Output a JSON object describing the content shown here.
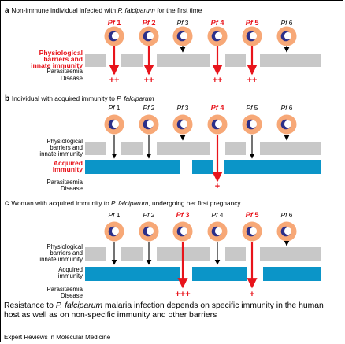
{
  "panels": [
    {
      "letter": "a",
      "title_pre": "Non-immune individual infected with ",
      "title_ital": "P. falciparum",
      "title_post": " for the first time",
      "strain_prefix": "Pf",
      "strains": [
        "1",
        "2",
        "3",
        "4",
        "5",
        "6"
      ],
      "strain_highlight": [
        true,
        true,
        false,
        true,
        true,
        false
      ],
      "row_labels": {
        "barrier": [
          "Physiological",
          "barriers and",
          "innate immunity"
        ],
        "barrier_highlight": true,
        "acquired": [],
        "acquired_highlight": false,
        "parasitaemia": "Parasitaemia",
        "disease": "Disease"
      },
      "disease_marks": [
        "++",
        "++",
        "",
        "++",
        "++",
        ""
      ]
    },
    {
      "letter": "b",
      "title_pre": "Individual with acquired immunity to ",
      "title_ital": "P. falciparum",
      "title_post": "",
      "strain_prefix": "Pf",
      "strains": [
        "1",
        "2",
        "3",
        "4",
        "5",
        "6"
      ],
      "strain_highlight": [
        false,
        false,
        false,
        true,
        false,
        false
      ],
      "row_labels": {
        "barrier": [
          "Physiological",
          "barriers and",
          "innate immunity"
        ],
        "barrier_highlight": false,
        "acquired": [
          "Acquired",
          "immunity"
        ],
        "acquired_highlight": true,
        "parasitaemia": "Parasitaemia",
        "disease": "Disease"
      },
      "disease_marks": [
        "",
        "",
        "",
        "+",
        "",
        ""
      ]
    },
    {
      "letter": "c",
      "title_pre": "Woman with acquired immunity to ",
      "title_ital": "P. falciparum",
      "title_post": ", undergoing her first pregnancy",
      "strain_prefix": "Pf",
      "strains": [
        "1",
        "2",
        "3",
        "4",
        "5",
        "6"
      ],
      "strain_highlight": [
        false,
        false,
        true,
        false,
        true,
        false
      ],
      "row_labels": {
        "barrier": [
          "Physiological",
          "barriers and",
          "innate immunity"
        ],
        "barrier_highlight": false,
        "acquired": [
          "Acquired",
          "immunity"
        ],
        "acquired_highlight": false,
        "parasitaemia": "Parasitaemia",
        "disease": "Disease"
      },
      "disease_marks": [
        "",
        "",
        "+++",
        "",
        "+",
        ""
      ]
    }
  ],
  "caption": {
    "pre": "Resistance to ",
    "ital": "P. falciparum",
    "post": " malaria infection depends on specific immunity in the human host as well as on non-specific immunity and other barriers"
  },
  "source": "Expert Reviews in Molecular Medicine",
  "colors": {
    "red": "#e8141b",
    "blue": "#0b95c8",
    "gray": "#c8c8c8",
    "cell": "#f7a877",
    "nucleus": "#2b2f8a",
    "black": "#000000"
  },
  "icons": {
    "cell": "infected-erythrocyte-icon",
    "arrow": "arrow-down-icon"
  }
}
